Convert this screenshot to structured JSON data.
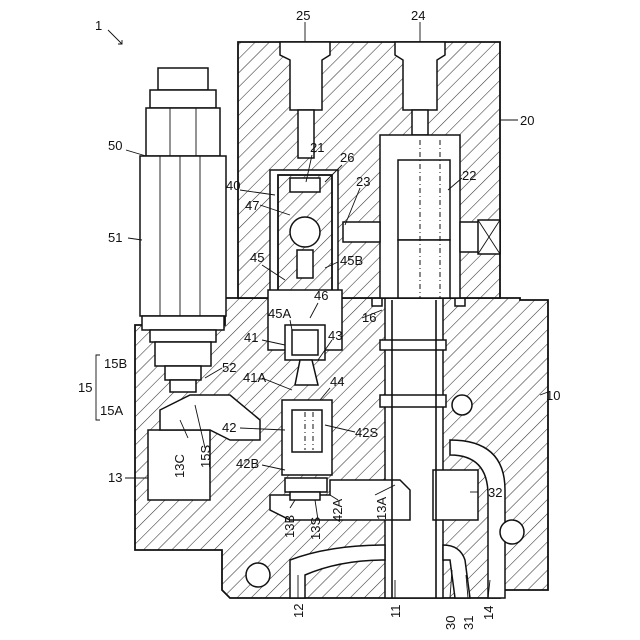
{
  "figure_number": "1",
  "labels": [
    {
      "id": "25",
      "text": "25"
    },
    {
      "id": "24",
      "text": "24"
    },
    {
      "id": "20",
      "text": "20"
    },
    {
      "id": "50",
      "text": "50"
    },
    {
      "id": "21",
      "text": "21"
    },
    {
      "id": "26",
      "text": "26"
    },
    {
      "id": "23",
      "text": "23"
    },
    {
      "id": "22",
      "text": "22"
    },
    {
      "id": "40",
      "text": "40"
    },
    {
      "id": "47",
      "text": "47"
    },
    {
      "id": "51",
      "text": "51"
    },
    {
      "id": "45",
      "text": "45"
    },
    {
      "id": "45B",
      "text": "45B"
    },
    {
      "id": "45A",
      "text": "45A"
    },
    {
      "id": "46",
      "text": "46"
    },
    {
      "id": "16",
      "text": "16"
    },
    {
      "id": "41",
      "text": "41"
    },
    {
      "id": "43",
      "text": "43"
    },
    {
      "id": "15B",
      "text": "15B"
    },
    {
      "id": "52",
      "text": "52"
    },
    {
      "id": "41A",
      "text": "41A"
    },
    {
      "id": "44",
      "text": "44"
    },
    {
      "id": "15",
      "text": "15"
    },
    {
      "id": "10",
      "text": "10"
    },
    {
      "id": "15A",
      "text": "15A"
    },
    {
      "id": "42",
      "text": "42"
    },
    {
      "id": "42S",
      "text": "42S"
    },
    {
      "id": "13C",
      "text": "13C"
    },
    {
      "id": "15S",
      "text": "15S"
    },
    {
      "id": "13",
      "text": "13"
    },
    {
      "id": "42B",
      "text": "42B"
    },
    {
      "id": "13A",
      "text": "13A"
    },
    {
      "id": "32",
      "text": "32"
    },
    {
      "id": "42A",
      "text": "42A"
    },
    {
      "id": "13B",
      "text": "13B"
    },
    {
      "id": "13S",
      "text": "13S"
    },
    {
      "id": "12",
      "text": "12"
    },
    {
      "id": "11",
      "text": "11"
    },
    {
      "id": "30",
      "text": "30"
    },
    {
      "id": "31",
      "text": "31"
    },
    {
      "id": "14",
      "text": "14"
    }
  ]
}
